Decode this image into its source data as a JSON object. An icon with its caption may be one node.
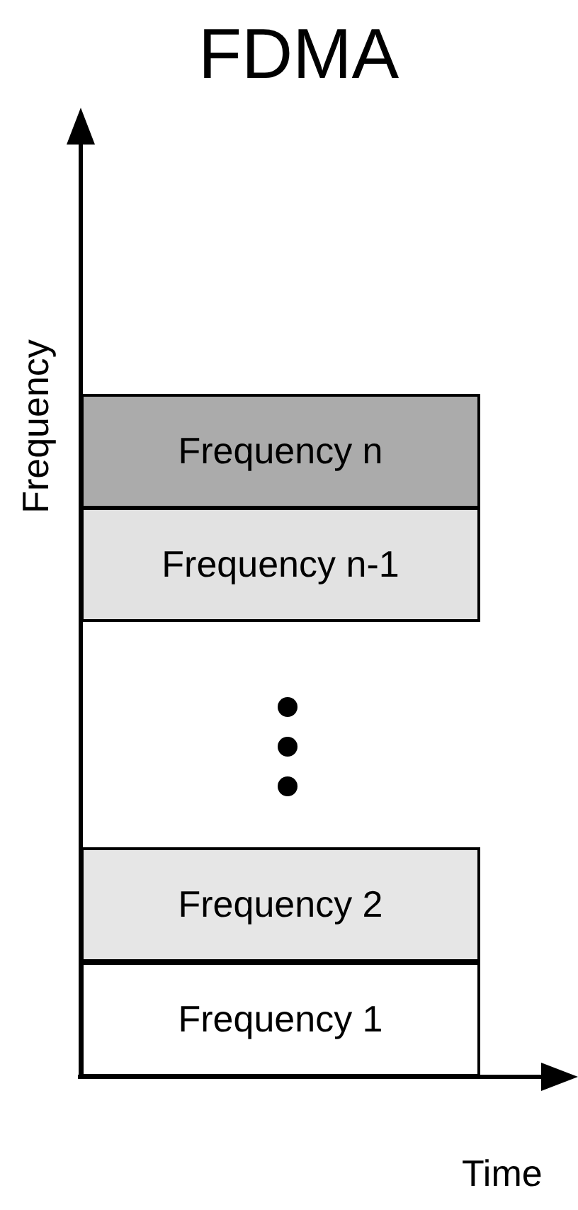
{
  "diagram": {
    "title": "FDMA",
    "nodes": [
      {
        "text": [
          "Frequency n"
        ]
      },
      {
        "text": [
          "Frequency n-1"
        ]
      },
      {
        "text": [
          "Frequency 2"
        ]
      },
      {
        "text": [
          "Frequency 1"
        ]
      }
    ],
    "labels": [
      "Frequency",
      "Time"
    ]
  }
}
